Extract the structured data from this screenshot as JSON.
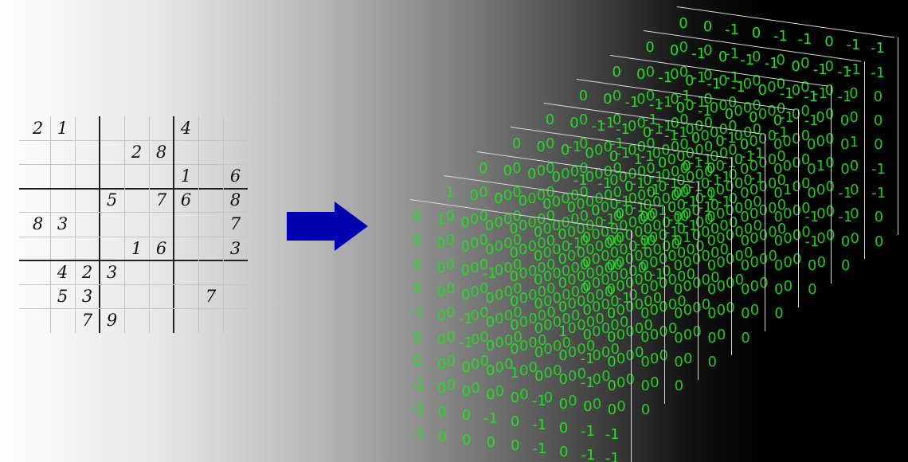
{
  "colors": {
    "arrow": "#0000b0",
    "digit": "#22dd22",
    "sudoku_text": "#111111"
  },
  "sudoku": {
    "cells": [
      [
        "2",
        "1",
        "",
        "",
        "",
        "",
        "4",
        "",
        ""
      ],
      [
        "",
        "",
        "",
        "",
        "2",
        "8",
        "",
        "",
        ""
      ],
      [
        "",
        "",
        "",
        "",
        "",
        "",
        "1",
        "",
        "6"
      ],
      [
        "",
        "",
        "",
        "5",
        "",
        "7",
        "6",
        "",
        "8"
      ],
      [
        "8",
        "3",
        "",
        "",
        "",
        "",
        "",
        "",
        "7"
      ],
      [
        "",
        "",
        "",
        "",
        "1",
        "6",
        "",
        "",
        "3"
      ],
      [
        "",
        "4",
        "2",
        "3",
        "",
        "",
        "",
        "",
        ""
      ],
      [
        "",
        "5",
        "3",
        "",
        "",
        "",
        "",
        "7",
        ""
      ],
      [
        "",
        "",
        "7",
        "9",
        "",
        "",
        "",
        "",
        ""
      ]
    ]
  },
  "layers": [
    {
      "rows": [
        [
          "0",
          "0",
          "-1",
          "0",
          "-1",
          "-1",
          "0",
          "-1",
          "-1"
        ],
        [
          "0",
          "0",
          "-1",
          "0",
          "0",
          "0",
          "0",
          "-1",
          "-1"
        ],
        [
          "0",
          "0",
          "-1",
          "0",
          "0",
          "0",
          "0",
          "0",
          "0"
        ],
        [
          "-1",
          "0",
          "0",
          "0",
          "0",
          "0",
          "0",
          "0",
          "0"
        ],
        [
          "0",
          "0",
          "0",
          "0",
          "-1",
          "0",
          "0",
          "1",
          "0"
        ],
        [
          "0",
          "0",
          "0",
          "-1",
          "0",
          "0",
          "0",
          "0",
          "-1"
        ],
        [
          "0",
          "0",
          "0",
          "-1",
          "0",
          "0",
          "0",
          "0",
          "-1"
        ],
        [
          "0",
          "-1",
          "0",
          "0",
          "0",
          "0",
          "0",
          "0",
          "0"
        ],
        [
          "0",
          "0",
          "0",
          "0",
          "0",
          "0",
          "0",
          "0",
          "0"
        ]
      ]
    },
    {
      "rows": [
        [
          "0",
          "0",
          "-1",
          "0",
          "-1",
          "-1",
          "0",
          "-1",
          "-1"
        ],
        [
          "0",
          "0",
          "-1",
          "0",
          "0",
          "0",
          "0",
          "-1",
          "-1"
        ],
        [
          "0",
          "0",
          "-1",
          "0",
          "0",
          "0",
          "0",
          "0",
          "0"
        ],
        [
          "-1",
          "0",
          "0",
          "0",
          "0",
          "0",
          "0",
          "0",
          "0"
        ],
        [
          "0",
          "0",
          "0",
          "0",
          "-1",
          "0",
          "0",
          "1",
          "0"
        ],
        [
          "0",
          "0",
          "0",
          "-1",
          "0",
          "0",
          "0",
          "0",
          "-1"
        ],
        [
          "0",
          "0",
          "0",
          "-1",
          "0",
          "0",
          "0",
          "0",
          "-1"
        ],
        [
          "0",
          "-1",
          "0",
          "0",
          "0",
          "0",
          "0",
          "0",
          "0"
        ],
        [
          "0",
          "0",
          "0",
          "0",
          "0",
          "0",
          "0",
          "0",
          "0"
        ]
      ]
    },
    {
      "rows": [
        [
          "0",
          "0",
          "-1",
          "0",
          "-1",
          "-1",
          "0",
          "-1",
          "-1"
        ],
        [
          "0",
          "0",
          "-1",
          "0",
          "0",
          "0",
          "0",
          "-1",
          "-1"
        ],
        [
          "0",
          "0",
          "-1",
          "0",
          "0",
          "0",
          "0",
          "0",
          "0"
        ],
        [
          "-1",
          "0",
          "0",
          "0",
          "0",
          "0",
          "0",
          "0",
          "0"
        ],
        [
          "0",
          "0",
          "0",
          "0",
          "-1",
          "0",
          "0",
          "1",
          "0"
        ],
        [
          "0",
          "0",
          "0",
          "-1",
          "0",
          "0",
          "0",
          "0",
          "-1"
        ],
        [
          "0",
          "0",
          "0",
          "-1",
          "0",
          "0",
          "0",
          "0",
          "-1"
        ],
        [
          "0",
          "-1",
          "0",
          "0",
          "0",
          "0",
          "0",
          "0",
          "0"
        ],
        [
          "0",
          "0",
          "0",
          "0",
          "0",
          "0",
          "0",
          "0",
          "0"
        ]
      ]
    },
    {
      "rows": [
        [
          "0",
          "0",
          "-1",
          "-1",
          "0",
          "-1",
          "0",
          "0",
          "0"
        ],
        [
          "0",
          "-1",
          "0",
          "-1",
          "-1",
          "0",
          "-1",
          "0",
          "0"
        ],
        [
          "0",
          "0",
          "0",
          "0",
          "0",
          "-1",
          "-1",
          "0",
          "0"
        ],
        [
          "0",
          "0",
          "0",
          "-1",
          "0",
          "0",
          "0",
          "0",
          "0"
        ],
        [
          "0",
          "0",
          "0",
          "0",
          "0",
          "-1",
          "0",
          "0",
          "0"
        ],
        [
          "0",
          "-1",
          "0",
          "0",
          "0",
          "0",
          "0",
          "0",
          "0"
        ],
        [
          "0",
          "0",
          "0",
          "0",
          "0",
          "0",
          "0",
          "0",
          "0"
        ],
        [
          "0",
          "0",
          "0",
          "-1",
          "0",
          "0",
          "0",
          "0",
          "0"
        ],
        [
          "0",
          "0",
          "0",
          "0",
          "0",
          "0",
          "0",
          "0",
          "0"
        ]
      ]
    },
    {
      "rows": [
        [
          "0",
          "0",
          "-1",
          "-1",
          "0",
          "-1",
          "0",
          "0",
          "0"
        ],
        [
          "0",
          "-1",
          "0",
          "-1",
          "-1",
          "0",
          "-1",
          "0",
          "0"
        ],
        [
          "0",
          "0",
          "0",
          "0",
          "0",
          "-1",
          "-1",
          "0",
          "0"
        ],
        [
          "0",
          "0",
          "0",
          "-1",
          "0",
          "0",
          "0",
          "0",
          "0"
        ],
        [
          "0",
          "0",
          "0",
          "0",
          "0",
          "-1",
          "0",
          "0",
          "0"
        ],
        [
          "0",
          "-1",
          "0",
          "0",
          "0",
          "0",
          "0",
          "0",
          "0"
        ],
        [
          "0",
          "0",
          "0",
          "0",
          "0",
          "0",
          "0",
          "0",
          "0"
        ],
        [
          "0",
          "0",
          "0",
          "-1",
          "0",
          "0",
          "0",
          "0",
          "0"
        ],
        [
          "0",
          "0",
          "0",
          "0",
          "0",
          "0",
          "0",
          "0",
          "0"
        ]
      ]
    },
    {
      "rows": [
        [
          "0",
          "0",
          "0",
          "0",
          "0",
          "1",
          "0",
          "0",
          "0"
        ],
        [
          "0",
          "0",
          "0",
          "0",
          "0",
          "-1",
          "0",
          "0",
          "0"
        ],
        [
          "0",
          "0",
          "0",
          "0",
          "0",
          "-1",
          "1",
          "0",
          "0"
        ],
        [
          "0",
          "0",
          "0",
          "0",
          "0",
          "0",
          "0",
          "1",
          "0"
        ],
        [
          "0",
          "0",
          "0",
          "0",
          "0",
          "0",
          "0",
          "0",
          "0"
        ],
        [
          "0",
          "0",
          "0",
          "0",
          "0",
          "0",
          "0",
          "0",
          "0"
        ],
        [
          "0",
          "0",
          "0",
          "0",
          "0",
          "0",
          "0",
          "0",
          "0"
        ],
        [
          "0",
          "0",
          "0",
          "0",
          "0",
          "0",
          "0",
          "0",
          "0"
        ],
        [
          "0",
          "0",
          "0",
          "0",
          "0",
          "0",
          "0",
          "0",
          "0"
        ]
      ]
    },
    {
      "rows": [
        [
          "0",
          "0",
          "0",
          "0",
          "-1",
          "-1",
          "0",
          "-1",
          "0"
        ],
        [
          "0",
          "0",
          "0",
          "0",
          "0",
          "0",
          "0",
          "0",
          "0"
        ],
        [
          "0",
          "0",
          "0",
          "0",
          "0",
          "0",
          "0",
          "0",
          "0"
        ],
        [
          "0",
          "0",
          "0",
          "0",
          "0",
          "0",
          "0",
          "0",
          "0"
        ],
        [
          "0",
          "0",
          "0",
          "0",
          "0",
          "0",
          "0",
          "0",
          "0"
        ],
        [
          "0",
          "0",
          "0",
          "0",
          "0",
          "0",
          "0",
          "0",
          "0"
        ],
        [
          "0",
          "0",
          "0",
          "0",
          "0",
          "0",
          "0",
          "0",
          "0"
        ],
        [
          "0",
          "0",
          "0",
          "0",
          "0",
          "0",
          "0",
          "0",
          "0"
        ],
        [
          "0",
          "0",
          "0",
          "0",
          "0",
          "0",
          "0",
          "0",
          "0"
        ]
      ]
    },
    {
      "rows": [
        [
          "1",
          "0",
          "0",
          "0",
          "0",
          "0",
          "0",
          "0",
          "0"
        ],
        [
          "0",
          "0",
          "0",
          "0",
          "0",
          "0",
          "0",
          "0",
          "0"
        ],
        [
          "0",
          "0",
          "0",
          "0",
          "0",
          "0",
          "0",
          "0",
          "0"
        ],
        [
          "0",
          "0",
          "0",
          "0",
          "0",
          "0",
          "0",
          "0",
          "0"
        ],
        [
          "0",
          "0",
          "0",
          "0",
          "0",
          "0",
          "0",
          "0",
          "0"
        ],
        [
          "0",
          "0",
          "0",
          "0",
          "0",
          "0",
          "0",
          "0",
          "0"
        ],
        [
          "0",
          "0",
          "0",
          "0",
          "0",
          "0",
          "0",
          "0",
          "0"
        ],
        [
          "0",
          "0",
          "0",
          "0",
          "0",
          "0",
          "0",
          "0",
          "0"
        ],
        [
          "0",
          "0",
          "0",
          "0",
          "0",
          "0",
          "0",
          "0",
          "0"
        ]
      ]
    },
    {
      "rows": [
        [
          "0",
          "1",
          "0",
          "0",
          "0",
          "0",
          "0",
          "0",
          "0"
        ],
        [
          "0",
          "0",
          "0",
          "0",
          "0",
          "0",
          "0",
          "0",
          "0"
        ],
        [
          "0",
          "0",
          "0",
          "-1",
          "0",
          "0",
          "0",
          "0",
          "0"
        ],
        [
          "0",
          "0",
          "0",
          "0",
          "0",
          "0",
          "0",
          "0",
          "0"
        ],
        [
          "-1",
          "0",
          "-1",
          "0",
          "0",
          "0",
          "1",
          "0",
          "0"
        ],
        [
          "0",
          "0",
          "-1",
          "0",
          "0",
          "0",
          "0",
          "-1",
          "0"
        ],
        [
          "0",
          "0",
          "0",
          "0",
          "1",
          "0",
          "0",
          "-1",
          "0"
        ],
        [
          "-1",
          "0",
          "0",
          "0",
          "0",
          "-1",
          "0",
          "0",
          "0"
        ],
        [
          "-1",
          "0",
          "0",
          "-1",
          "0",
          "-1",
          "0",
          "-1",
          "-1"
        ],
        [
          "-1",
          "0",
          "0",
          "0",
          "0",
          "-1",
          "0",
          "-1",
          "-1"
        ]
      ]
    }
  ]
}
